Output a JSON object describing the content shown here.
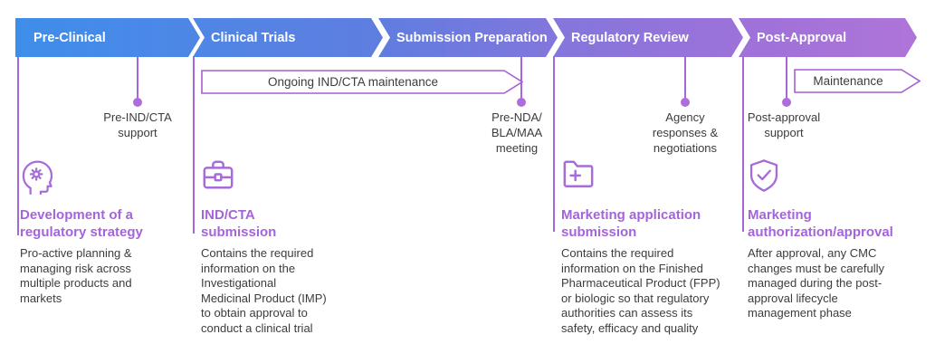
{
  "colors": {
    "accent_purple": "#A767D8",
    "heading_purple": "#A464DA",
    "dot_purple": "#AE6CDC",
    "banner_border": "#A75FD4",
    "body_text": "#3C3C3C",
    "gradient_start_blue": "#3E8EE9",
    "gradient_end_purple": "#AF74D8"
  },
  "phases": [
    {
      "label": "Pre-Clinical",
      "color_from": "#3E8EE9",
      "color_to": "#4F86E6"
    },
    {
      "label": "Clinical Trials",
      "color_from": "#4F86E6",
      "color_to": "#5F7DE0"
    },
    {
      "label": "Submission Preparation",
      "color_from": "#5F7DE0",
      "color_to": "#8376DC"
    },
    {
      "label": "Regulatory Review",
      "color_from": "#8376DC",
      "color_to": "#9D72D9"
    },
    {
      "label": "Post-Approval",
      "color_from": "#9D72D9",
      "color_to": "#AF74D8"
    }
  ],
  "banners": [
    {
      "label": "Ongoing IND/CTA maintenance"
    },
    {
      "label": "Maintenance"
    }
  ],
  "milestones": [
    {
      "label": "Pre-IND/CTA\nsupport"
    },
    {
      "label": "Pre-NDA/\nBLA/MAA\nmeeting"
    },
    {
      "label": "Agency\nresponses &\nnegotiations"
    },
    {
      "label": "Post-approval\nsupport"
    }
  ],
  "sections": [
    {
      "icon": "head-gear-icon",
      "title": "Development of a\nregulatory strategy",
      "body": "Pro-active planning &\nmanaging risk across\nmultiple products and\nmarkets"
    },
    {
      "icon": "briefcase-icon",
      "title": "IND/CTA\nsubmission",
      "body": "Contains the required\ninformation on the\nInvestigational\nMedicinal Product (IMP)\nto obtain approval to\nconduct a clinical trial"
    },
    {
      "icon": "folder-plus-icon",
      "title": "Marketing application\nsubmission",
      "body": "Contains the required\ninformation on the Finished\nPharmaceutical Product (FPP)\nor biologic so that regulatory\nauthorities can assess its\nsafety, efficacy and quality"
    },
    {
      "icon": "shield-check-icon",
      "title": "Marketing\nauthorization/approval",
      "body": "After approval, any CMC\nchanges must be carefully\nmanaged during the post-\napproval lifecycle\nmanagement phase"
    }
  ]
}
